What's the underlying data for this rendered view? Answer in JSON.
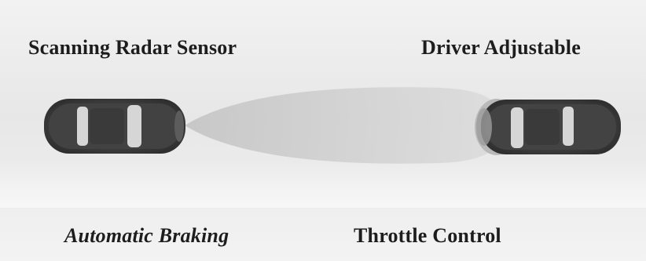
{
  "labels": {
    "top_left": "Scanning Radar Sensor",
    "top_right": "Driver Adjustable",
    "bottom_left": "Automatic Braking",
    "bottom_right": "Throttle Control"
  },
  "colors": {
    "car_body": "#4a4a4a",
    "car_glass": "#d6d6d6",
    "radar_beam": "#c9c9c9",
    "text": "#1d1d1d"
  }
}
